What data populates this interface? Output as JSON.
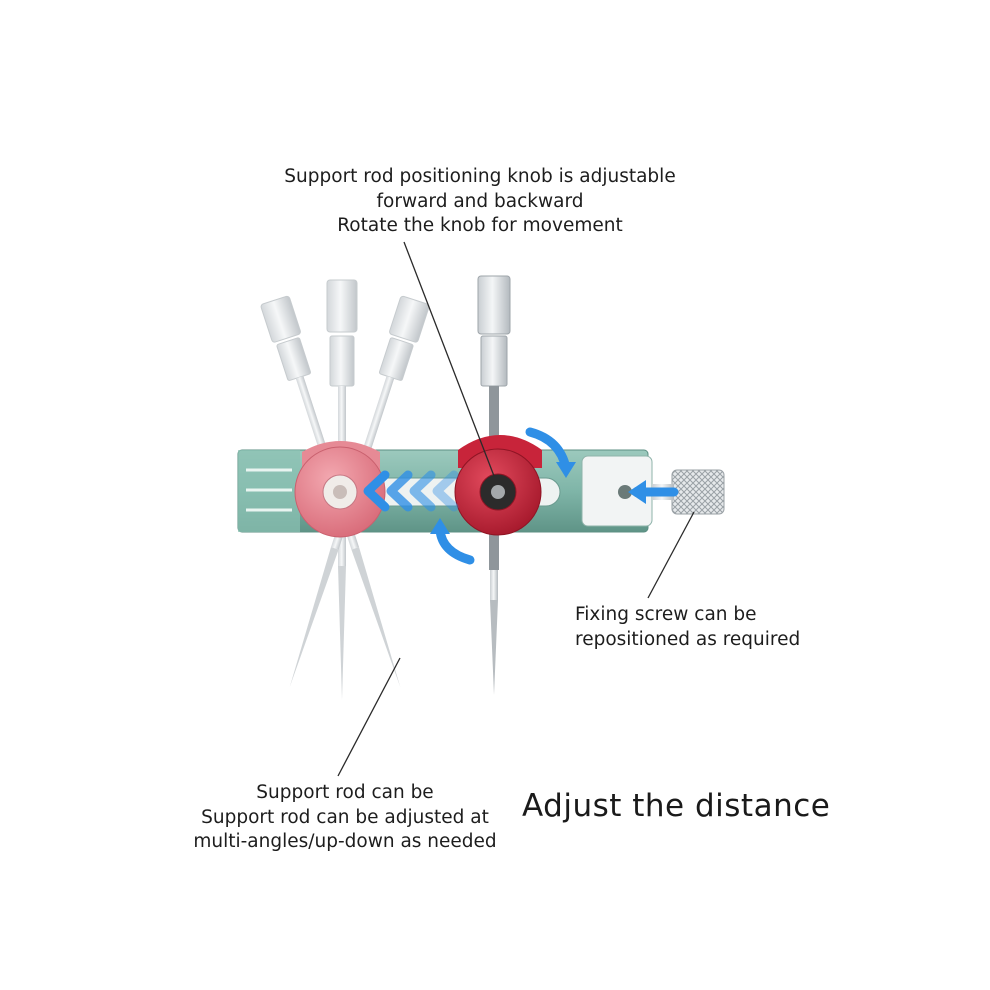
{
  "callouts": {
    "positioning_knob": {
      "line1": "Support rod positioning knob is adjustable",
      "line2": "forward and backward",
      "line3": "Rotate the knob for movement"
    },
    "fixing_screw": {
      "line1": "Fixing screw can be",
      "line2": "repositioned as required"
    },
    "support_rod": {
      "line1": "Support rod can be",
      "line2": "Support rod can be adjusted at",
      "line3": "multi-angles/up-down as needed"
    }
  },
  "title": "Adjust the distance",
  "colors": {
    "body_green": "#7fb5a8",
    "knob_red": "#c8243a",
    "arrow_blue": "#2f8fe6",
    "metal_silver": "#d9dde0"
  }
}
